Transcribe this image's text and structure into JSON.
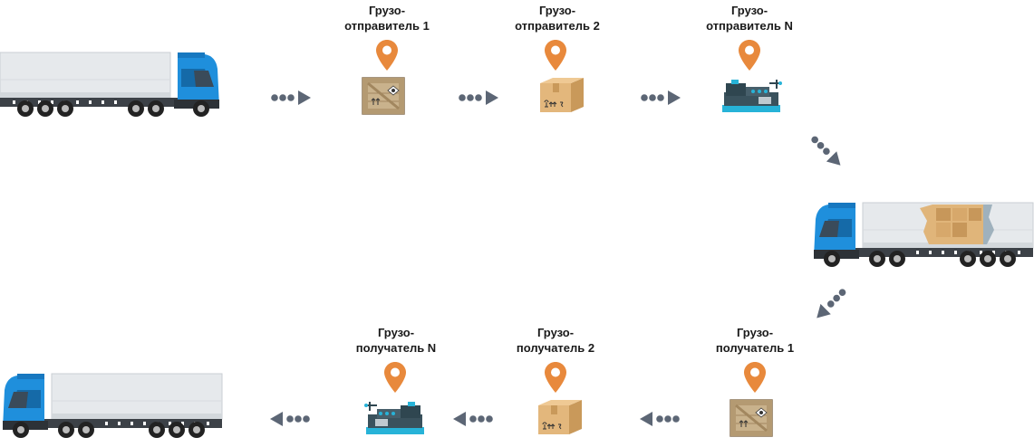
{
  "senders": [
    {
      "line1": "Грузо-",
      "line2": "отправитель 1",
      "cargo": "wooden-crate"
    },
    {
      "line1": "Грузо-",
      "line2": "отправитель 2",
      "cargo": "cardboard-box"
    },
    {
      "line1": "Грузо-",
      "line2": "отправитель N",
      "cargo": "machine"
    }
  ],
  "receivers": [
    {
      "line1": "Грузо-",
      "line2": "получатель 1",
      "cargo": "wooden-crate"
    },
    {
      "line1": "Грузо-",
      "line2": "получатель 2",
      "cargo": "cardboard-box"
    },
    {
      "line1": "Грузо-",
      "line2": "получатель N",
      "cargo": "machine"
    }
  ],
  "colors": {
    "pin": "#e8893c",
    "truck_cab": "#1f8fdc",
    "trailer": "#e4e8ec",
    "arrow": "#5c6675",
    "crate": "#c7b08a",
    "box": "#d9aa6a",
    "machine": "#2f4650",
    "machine_accent": "#27b3d8"
  }
}
